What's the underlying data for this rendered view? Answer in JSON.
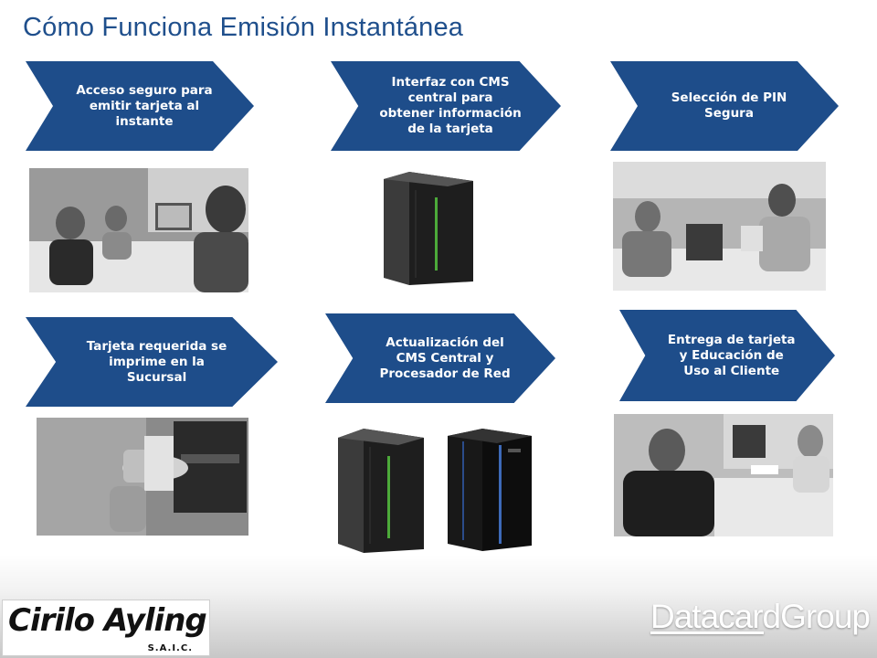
{
  "title": "Cómo Funciona Emisión Instantánea",
  "steps": [
    {
      "label": "Acceso seguro para emitir tarjeta al instante"
    },
    {
      "label": "Interfaz con CMS central para obtener información de la tarjeta"
    },
    {
      "label": "Selección de PIN Segura"
    },
    {
      "label": "Tarjeta requerida se imprime en la Sucursal"
    },
    {
      "label": "Actualización del CMS Central y Procesador de Red"
    },
    {
      "label": "Entrega de tarjeta y Educación de Uso al Cliente"
    }
  ],
  "footer": {
    "logo_left": "Cirilo Ayling",
    "logo_left_sub": "S.A.I.C.",
    "logo_right_a": "Datacard",
    "logo_right_b": "Group"
  },
  "colors": {
    "accent": "#1e4d8a",
    "title": "#1f4f8c"
  }
}
